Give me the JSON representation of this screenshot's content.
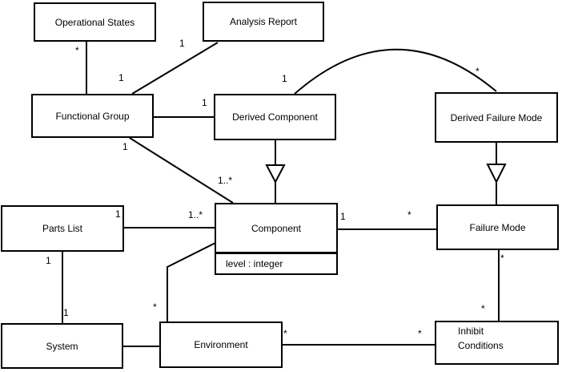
{
  "diagram": {
    "type": "uml-class-diagram",
    "classes": [
      {
        "id": "operational-states",
        "name": "Operational States"
      },
      {
        "id": "analysis-report",
        "name": "Analysis Report"
      },
      {
        "id": "functional-group",
        "name": "Functional Group"
      },
      {
        "id": "derived-component",
        "name": "Derived Component"
      },
      {
        "id": "derived-failure-mode",
        "name": "Derived Failure Mode"
      },
      {
        "id": "parts-list",
        "name": "Parts List"
      },
      {
        "id": "component",
        "name": "Component",
        "attributes": "level : integer"
      },
      {
        "id": "failure-mode",
        "name": "Failure Mode"
      },
      {
        "id": "system",
        "name": "System"
      },
      {
        "id": "environment",
        "name": "Environment"
      },
      {
        "id": "inhibit-conditions",
        "name": "Inhibit\nConditions"
      }
    ],
    "associations": [
      {
        "source": "Operational States",
        "target": "Functional Group",
        "source_multiplicity": "*"
      },
      {
        "source": "Analysis Report",
        "target": "Functional Group",
        "source_multiplicity": "1",
        "target_multiplicity": "1"
      },
      {
        "source": "Functional Group",
        "target": "Derived Component",
        "target_multiplicity": "1"
      },
      {
        "source": "Functional Group",
        "target": "Component",
        "source_multiplicity": "1",
        "target_multiplicity": "1..*"
      },
      {
        "source": "Derived Component",
        "target": "Derived Failure Mode",
        "source_multiplicity": "1",
        "target_multiplicity": "*"
      },
      {
        "type": "generalization",
        "source": "Derived Component",
        "target": "Component"
      },
      {
        "type": "generalization",
        "source": "Derived Failure Mode",
        "target": "Failure Mode"
      },
      {
        "source": "Parts List",
        "target": "Component",
        "source_multiplicity": "1",
        "target_multiplicity": "1..*"
      },
      {
        "source": "Parts List",
        "target": "System",
        "source_multiplicity": "1",
        "target_multiplicity": "1"
      },
      {
        "source": "System",
        "target": "Environment"
      },
      {
        "source": "Environment",
        "target": "Component",
        "source_multiplicity": "*"
      },
      {
        "source": "Component",
        "target": "Failure Mode",
        "source_multiplicity": "1",
        "target_multiplicity": "*"
      },
      {
        "source": "Failure Mode",
        "target": "Inhibit Conditions",
        "source_multiplicity": "*",
        "target_multiplicity": "*"
      },
      {
        "source": "Environment",
        "target": "Inhibit Conditions",
        "source_multiplicity": "*",
        "target_multiplicity": "*"
      }
    ]
  }
}
